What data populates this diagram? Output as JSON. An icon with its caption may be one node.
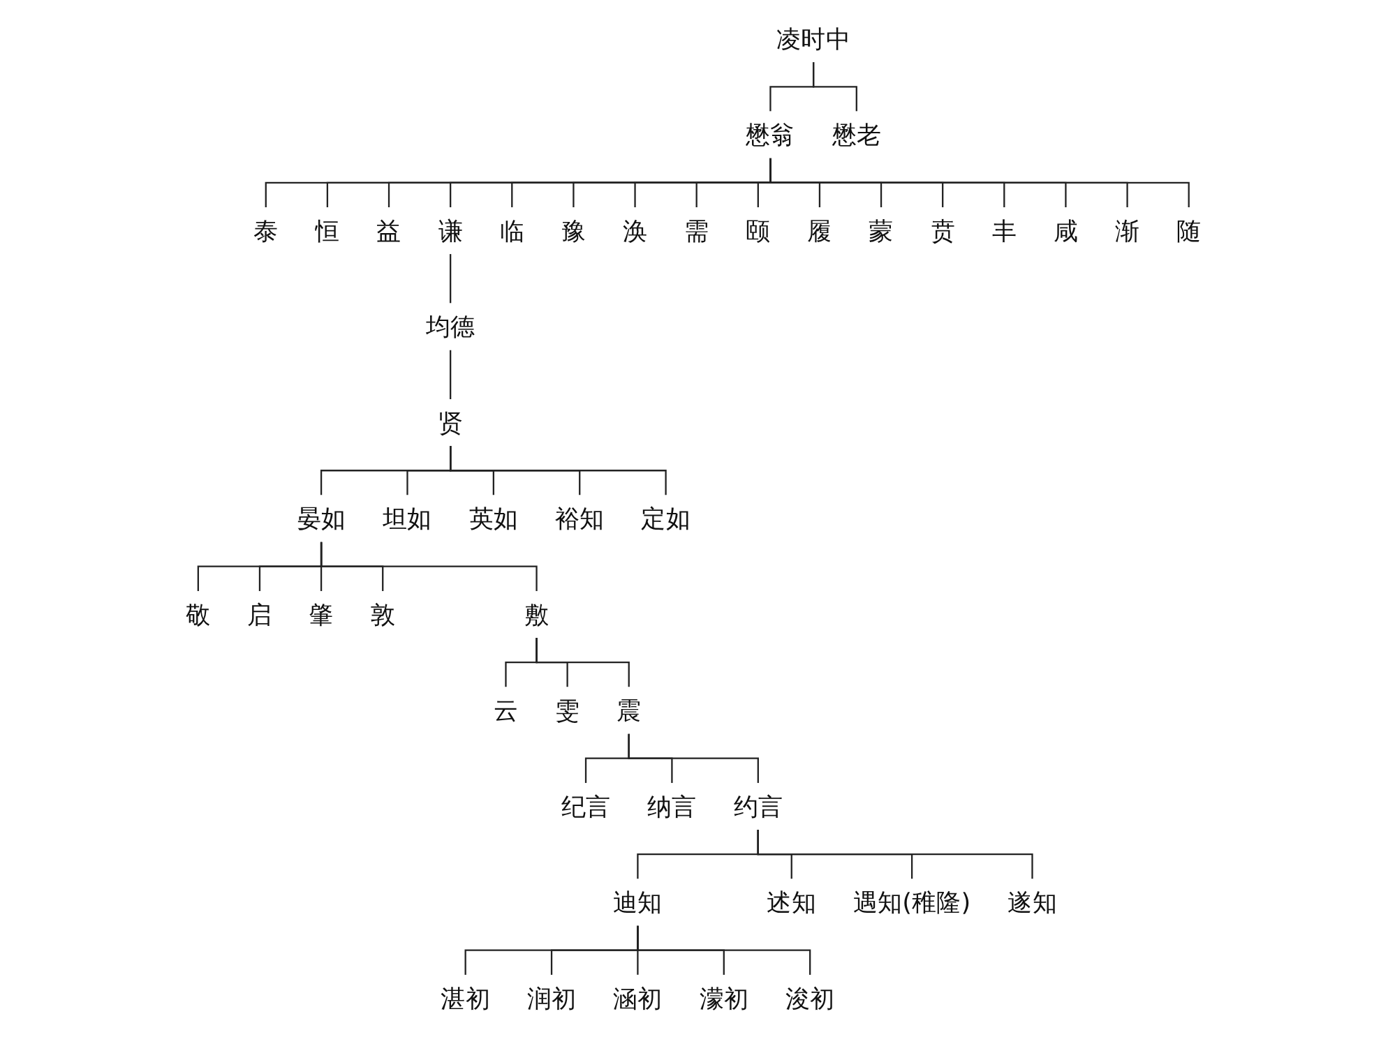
{
  "diagram": {
    "nodes": [
      {
        "text": [
          "凌时中"
        ]
      },
      {
        "text": [
          "懋翁"
        ]
      },
      {
        "text": [
          "懋老"
        ]
      },
      {
        "text": [
          "泰"
        ]
      },
      {
        "text": [
          "恒"
        ]
      },
      {
        "text": [
          "益"
        ]
      },
      {
        "text": [
          "谦"
        ]
      },
      {
        "text": [
          "临"
        ]
      },
      {
        "text": [
          "豫"
        ]
      },
      {
        "text": [
          "涣"
        ]
      },
      {
        "text": [
          "需"
        ]
      },
      {
        "text": [
          "颐"
        ]
      },
      {
        "text": [
          "履"
        ]
      },
      {
        "text": [
          "蒙"
        ]
      },
      {
        "text": [
          "贲"
        ]
      },
      {
        "text": [
          "丰"
        ]
      },
      {
        "text": [
          "咸"
        ]
      },
      {
        "text": [
          "渐"
        ]
      },
      {
        "text": [
          "随"
        ]
      },
      {
        "text": [
          "均德"
        ]
      },
      {
        "text": [
          "贤"
        ]
      },
      {
        "text": [
          "晏如"
        ]
      },
      {
        "text": [
          "坦如"
        ]
      },
      {
        "text": [
          "英如"
        ]
      },
      {
        "text": [
          "裕知"
        ]
      },
      {
        "text": [
          "定如"
        ]
      },
      {
        "text": [
          "敬"
        ]
      },
      {
        "text": [
          "启"
        ]
      },
      {
        "text": [
          "肇"
        ]
      },
      {
        "text": [
          "敦"
        ]
      },
      {
        "text": [
          "敷"
        ]
      },
      {
        "text": [
          "云"
        ]
      },
      {
        "text": [
          "雯"
        ]
      },
      {
        "text": [
          "震"
        ]
      },
      {
        "text": [
          "纪言"
        ]
      },
      {
        "text": [
          "纳言"
        ]
      },
      {
        "text": [
          "约言"
        ]
      },
      {
        "text": [
          "迪知"
        ]
      },
      {
        "text": [
          "述知"
        ]
      },
      {
        "text": [
          "遇知(稚隆)"
        ]
      },
      {
        "text": [
          "遂知"
        ]
      },
      {
        "text": [
          "湛初"
        ]
      },
      {
        "text": [
          "润初"
        ]
      },
      {
        "text": [
          "涵初"
        ]
      },
      {
        "text": [
          "濛初"
        ]
      },
      {
        "text": [
          "浚初"
        ]
      }
    ],
    "edges": [
      {
        "from": 0,
        "to": 1,
        "arrow": "none"
      },
      {
        "from": 0,
        "to": 2,
        "arrow": "none"
      },
      {
        "from": 1,
        "to": 3,
        "arrow": "none"
      },
      {
        "from": 1,
        "to": 4,
        "arrow": "none"
      },
      {
        "from": 1,
        "to": 5,
        "arrow": "none"
      },
      {
        "from": 1,
        "to": 6,
        "arrow": "none"
      },
      {
        "from": 1,
        "to": 7,
        "arrow": "none"
      },
      {
        "from": 1,
        "to": 8,
        "arrow": "none"
      },
      {
        "from": 1,
        "to": 9,
        "arrow": "none"
      },
      {
        "from": 1,
        "to": 10,
        "arrow": "none"
      },
      {
        "from": 1,
        "to": 11,
        "arrow": "none"
      },
      {
        "from": 1,
        "to": 12,
        "arrow": "none"
      },
      {
        "from": 1,
        "to": 13,
        "arrow": "none"
      },
      {
        "from": 1,
        "to": 14,
        "arrow": "none"
      },
      {
        "from": 1,
        "to": 15,
        "arrow": "none"
      },
      {
        "from": 1,
        "to": 16,
        "arrow": "none"
      },
      {
        "from": 1,
        "to": 17,
        "arrow": "none"
      },
      {
        "from": 1,
        "to": 18,
        "arrow": "none"
      },
      {
        "from": 6,
        "to": 19,
        "arrow": "none"
      },
      {
        "from": 19,
        "to": 20,
        "arrow": "none"
      },
      {
        "from": 20,
        "to": 21,
        "arrow": "none"
      },
      {
        "from": 20,
        "to": 22,
        "arrow": "none"
      },
      {
        "from": 20,
        "to": 23,
        "arrow": "none"
      },
      {
        "from": 20,
        "to": 24,
        "arrow": "none"
      },
      {
        "from": 20,
        "to": 25,
        "arrow": "none"
      },
      {
        "from": 21,
        "to": 26,
        "arrow": "none"
      },
      {
        "from": 21,
        "to": 27,
        "arrow": "none"
      },
      {
        "from": 21,
        "to": 28,
        "arrow": "none"
      },
      {
        "from": 21,
        "to": 29,
        "arrow": "none"
      },
      {
        "from": 21,
        "to": 30,
        "arrow": "none"
      },
      {
        "from": 30,
        "to": 31,
        "arrow": "none"
      },
      {
        "from": 30,
        "to": 32,
        "arrow": "none"
      },
      {
        "from": 30,
        "to": 33,
        "arrow": "none"
      },
      {
        "from": 33,
        "to": 34,
        "arrow": "none"
      },
      {
        "from": 33,
        "to": 35,
        "arrow": "none"
      },
      {
        "from": 33,
        "to": 36,
        "arrow": "none"
      },
      {
        "from": 36,
        "to": 37,
        "arrow": "none"
      },
      {
        "from": 36,
        "to": 38,
        "arrow": "none"
      },
      {
        "from": 36,
        "to": 39,
        "arrow": "none"
      },
      {
        "from": 36,
        "to": 40,
        "arrow": "none"
      },
      {
        "from": 37,
        "to": 41,
        "arrow": "none"
      },
      {
        "from": 37,
        "to": 42,
        "arrow": "none"
      },
      {
        "from": 37,
        "to": 43,
        "arrow": "none"
      },
      {
        "from": 37,
        "to": 44,
        "arrow": "none"
      },
      {
        "from": 37,
        "to": 45,
        "arrow": "none"
      }
    ]
  }
}
